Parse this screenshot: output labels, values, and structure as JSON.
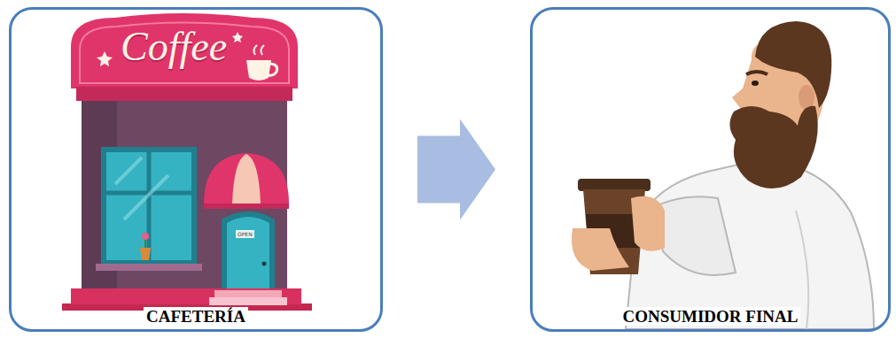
{
  "diagram": {
    "nodes": [
      {
        "text": [
          "CAFETERÍA"
        ]
      },
      {
        "text": [
          "CONSUMIDOR FINAL"
        ]
      }
    ],
    "edges": [
      {
        "from": 0,
        "to": 1,
        "arrow": "to"
      }
    ],
    "labels": [
      "Coffee",
      "OPEN"
    ]
  }
}
